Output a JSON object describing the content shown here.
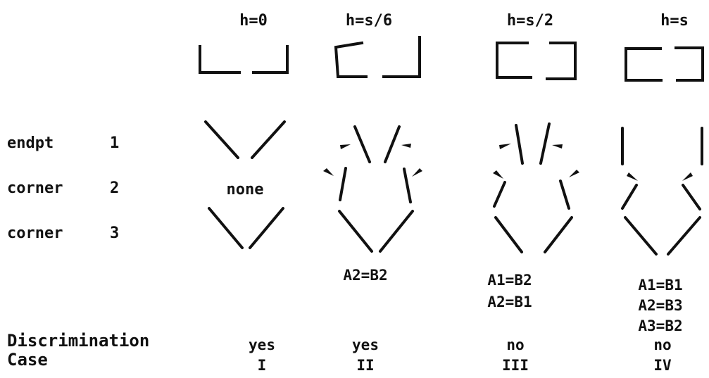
{
  "headers": [
    "h=0",
    "h=s/6",
    "h=s/2",
    "h=s"
  ],
  "row_labels": [
    {
      "name": "endpt",
      "index": "1"
    },
    {
      "name": "corner",
      "index": "2"
    },
    {
      "name": "corner",
      "index": "3"
    }
  ],
  "none_label": "none",
  "matches": {
    "case2": [
      "A2=B2"
    ],
    "case3": [
      "A1=B2",
      "A2=B1"
    ],
    "case4": [
      "A1=B1",
      "A2=B3",
      "A3=B2"
    ]
  },
  "footer": {
    "discrimination_label": "Discrimination",
    "case_label": "Case",
    "discrimination": [
      "yes",
      "yes",
      "no",
      "no"
    ],
    "cases": [
      "I",
      "II",
      "III",
      "IV"
    ]
  }
}
